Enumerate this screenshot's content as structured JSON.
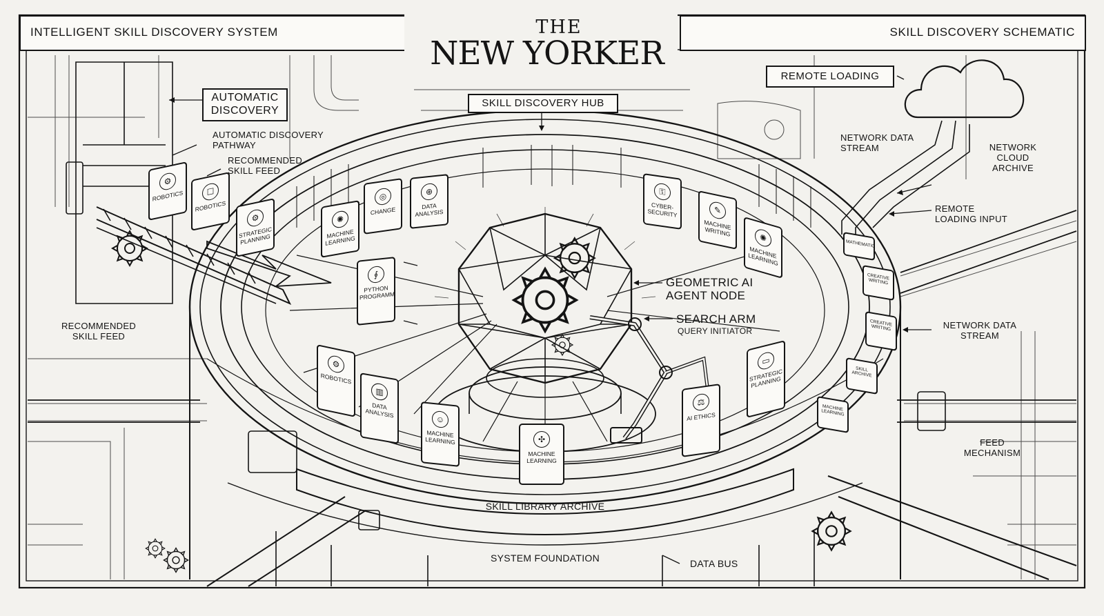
{
  "header": {
    "left_title": "INTELLIGENT SKILL DISCOVERY SYSTEM",
    "right_title": "SKILL DISCOVERY SCHEMATIC",
    "masthead_the": "THE",
    "masthead_name": "NEW YORKER"
  },
  "labels": {
    "automatic_discovery": "AUTOMATIC DISCOVERY",
    "automatic_discovery_pathway": "AUTOMATIC DISCOVERY PATHWAY",
    "recommended_skill_feed_top": "RECOMMENDED SKILL FEED",
    "recommended_skill_feed_left": "RECOMMENDED SKILL FEED",
    "skill_discovery_hub": "SKILL DISCOVERY HUB",
    "remote_loading": "REMOTE LOADING",
    "network_data_stream_top": "NETWORK DATA STREAM",
    "network_cloud_archive": "NETWORK CLOUD ARCHIVE",
    "remote_loading_input": "REMOTE LOADING INPUT",
    "network_data_stream_right": "NETWORK DATA STREAM",
    "feed_mechanism": "FEED MECHANISM",
    "geometric_ai_agent_node": "GEOMETRIC AI AGENT NODE",
    "search_arm": "SEARCH ARM",
    "query_initiator": "QUERY INITIATOR",
    "skill_library_archive": "SKILL LIBRARY ARCHIVE",
    "system_foundation": "SYSTEM FOUNDATION",
    "data_bus": "DATA BUS"
  },
  "skill_cards": {
    "conveyor_robotics_1": "ROBOTICS",
    "conveyor_robotics_2": "ROBOTICS",
    "conveyor_strategic_planning": "STRATEGIC PLANNING",
    "ring_machine_learning_nw": "MACHINE LEARNING",
    "ring_change": "CHANGE",
    "ring_data_analysis_top": "DATA ANALYSIS",
    "ring_cybersecurity": "CYBER-SECURITY",
    "ring_machine_writing": "MACHINE WRITING",
    "ring_machine_learning_ne": "MACHINE LEARNING",
    "ring_python_programming": "PYTHON PROGRAMMING",
    "ring_robotics_sw": "ROBOTICS",
    "ring_data_analysis_bottom": "DATA ANALYSIS",
    "ring_machine_learning_s": "MACHINE LEARNING",
    "ring_machine_learning_front": "MACHINE LEARNING",
    "ring_ai_ethics": "AI ETHICS",
    "ring_strategic_planning_se": "STRATEGIC PLANNING",
    "stream_mathematics": "MATHEMATICS",
    "stream_creative_writing_1": "CREATIVE WRITING",
    "stream_creative_writing_2": "CREATIVE WRITING",
    "stream_skill_archive": "SKILL ARCHIVE",
    "stream_machine_learning": "MACHINE LEARNING"
  },
  "icons": [
    "gear-icon",
    "robot-icon",
    "python-icon",
    "chart-icon",
    "lock-icon",
    "cloud-icon",
    "globe-icon",
    "network-icon",
    "brain-icon",
    "pen-icon"
  ],
  "colors": {
    "ink": "#141414",
    "paper": "#f3f2ee"
  }
}
